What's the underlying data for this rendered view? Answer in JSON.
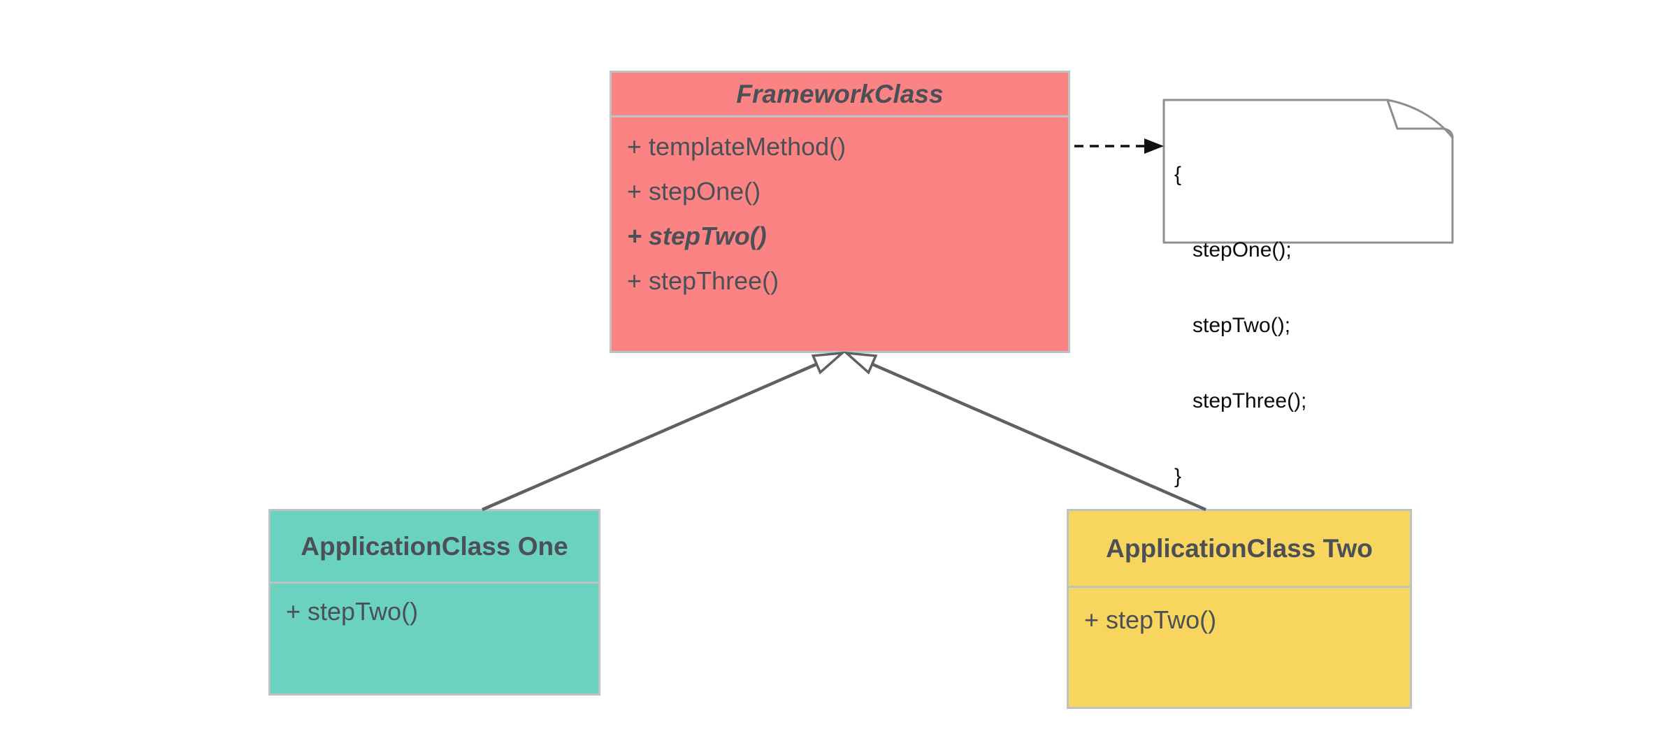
{
  "background": "#FFFFFF",
  "classes": {
    "framework": {
      "title": "FrameworkClass",
      "fill": "#FB8384",
      "methods": [
        {
          "label": "+ templateMethod()"
        },
        {
          "label": "+ stepOne()"
        },
        {
          "label": "+ stepTwo()"
        },
        {
          "label": "+ stepThree()"
        }
      ]
    },
    "app_one": {
      "title": "ApplicationClass One",
      "fill": "#6BD2C0",
      "methods": [
        {
          "label": "+ stepTwo()"
        }
      ]
    },
    "app_two": {
      "title": "ApplicationClass Two",
      "fill": "#F8D55E",
      "methods": [
        {
          "label": "+ stepTwo()"
        }
      ]
    }
  },
  "note": {
    "lines": [
      "{",
      "stepOne();",
      "stepTwo();",
      "stepThree();",
      "}"
    ]
  },
  "connectors": {
    "generalization_left": "ApplicationClass One to FrameworkClass",
    "generalization_right": "ApplicationClass Two to FrameworkClass",
    "dependency_note": "FrameworkClass to code note"
  },
  "colors": {
    "class_border": "#BDC2C4",
    "class_text": "#4A5055",
    "connector_line": "#5C6164",
    "note_border": "#8A8F92",
    "note_text": "#0B0B0B",
    "dashed_arrow": "#111111"
  }
}
